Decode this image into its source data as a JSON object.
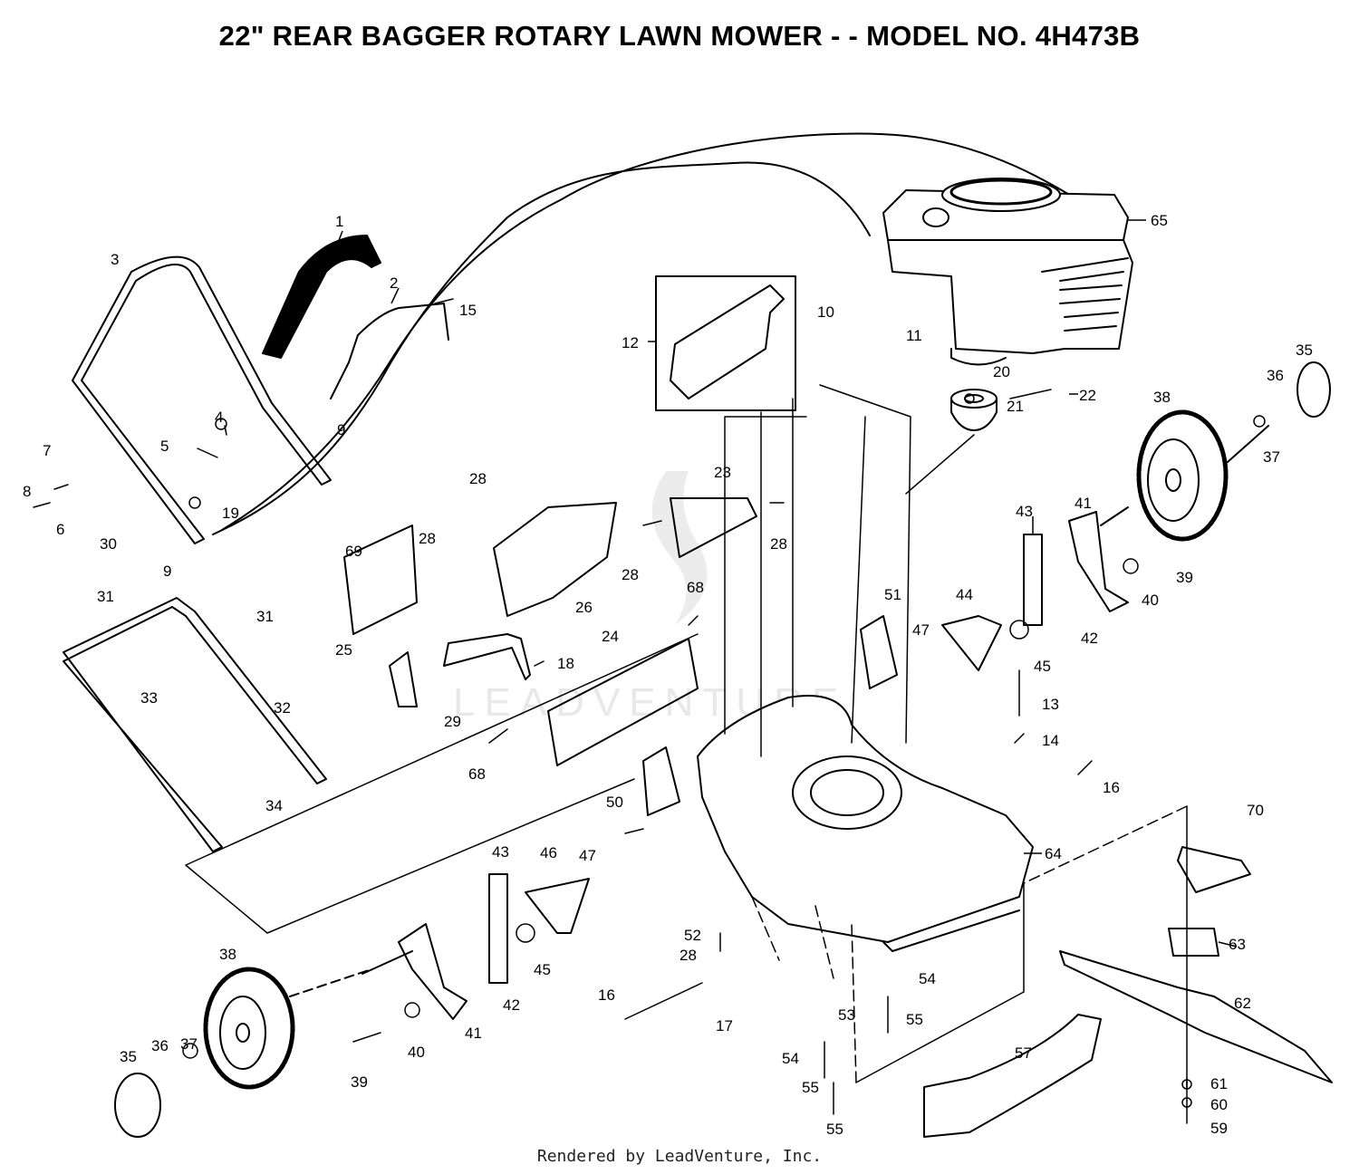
{
  "title": "22\" REAR BAGGER ROTARY LAWN MOWER - - MODEL NO. 4H473B",
  "footer": "Rendered by LeadVenture, Inc.",
  "watermark": "LEADVENTURE",
  "colors": {
    "ink": "#000000",
    "watermark": "#e8e8e8",
    "background": "#ffffff"
  },
  "parts": [
    "1",
    "2",
    "3",
    "4",
    "5",
    "6",
    "7",
    "8",
    "9",
    "9",
    "10",
    "11",
    "12",
    "13",
    "14",
    "15",
    "16",
    "16",
    "17",
    "18",
    "19",
    "20",
    "21",
    "22",
    "23",
    "24",
    "25",
    "26",
    "28",
    "28",
    "28",
    "28",
    "28",
    "29",
    "30",
    "31",
    "31",
    "32",
    "33",
    "34",
    "35",
    "35",
    "36",
    "36",
    "37",
    "37",
    "38",
    "38",
    "39",
    "39",
    "40",
    "40",
    "41",
    "41",
    "42",
    "42",
    "43",
    "43",
    "44",
    "45",
    "45",
    "46",
    "47",
    "47",
    "50",
    "51",
    "52",
    "53",
    "54",
    "54",
    "55",
    "55",
    "55",
    "57",
    "59",
    "60",
    "61",
    "62",
    "63",
    "64",
    "65",
    "68",
    "68",
    "69",
    "70"
  ]
}
